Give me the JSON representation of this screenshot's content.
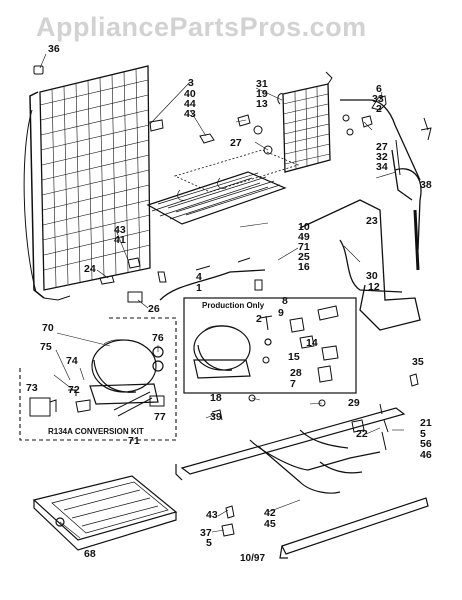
{
  "watermark": "AppliancePartsPros.com",
  "diagram_date": "10/97",
  "box_titles": {
    "production": "Production Only",
    "conversion": "R134A CONVERSION KIT"
  },
  "callouts": {
    "c36": "36",
    "c3": "3",
    "c40": "40",
    "c44": "44",
    "c43a": "43",
    "c31": "31",
    "c19": "19",
    "c13": "13",
    "c27a": "27",
    "c6": "6",
    "c33": "33",
    "c2a": "2",
    "c27b": "27",
    "c32": "32",
    "c34": "34",
    "c38": "38",
    "c10": "10",
    "c49": "49",
    "c71a": "71",
    "c25": "25",
    "c16": "16",
    "c23": "23",
    "c43b": "43",
    "c41": "41",
    "c24": "24",
    "c4": "4",
    "c1": "1",
    "c26": "26",
    "c8": "8",
    "c9": "9",
    "c2b": "2",
    "c30": "30",
    "c12": "12",
    "c70": "70",
    "c76": "76",
    "c75": "75",
    "c74": "74",
    "c15": "15",
    "c14": "14",
    "c73": "73",
    "c72": "72",
    "c28": "28",
    "c7": "7",
    "c35": "35",
    "c77": "77",
    "c18": "18",
    "c29": "29",
    "c71b": "71",
    "c39": "39",
    "c21": "21",
    "c22": "22",
    "c5a": "5",
    "c56": "56",
    "c46": "46",
    "c42": "42",
    "c43c": "43",
    "c45": "45",
    "c37": "37",
    "c5b": "5",
    "c68": "68"
  }
}
